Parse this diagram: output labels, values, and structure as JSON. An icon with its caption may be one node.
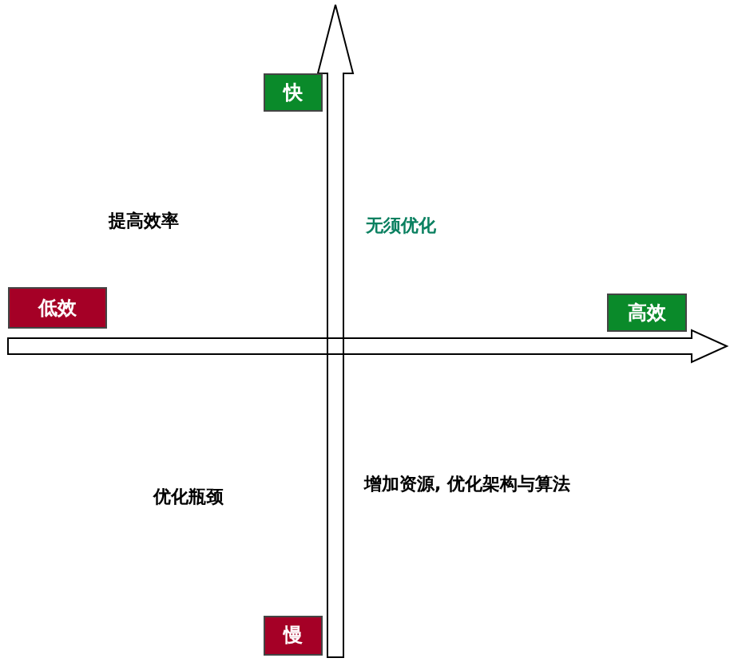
{
  "diagram": {
    "nodes": [
      {
        "text": [
          "快"
        ]
      },
      {
        "text": [
          "低效"
        ]
      },
      {
        "text": [
          "高效"
        ]
      },
      {
        "text": [
          "慢"
        ]
      }
    ],
    "edges": [],
    "labels": [
      "提高效率",
      "无须优化",
      "优化瓶颈",
      "增加资源, 优化架构与算法"
    ]
  }
}
